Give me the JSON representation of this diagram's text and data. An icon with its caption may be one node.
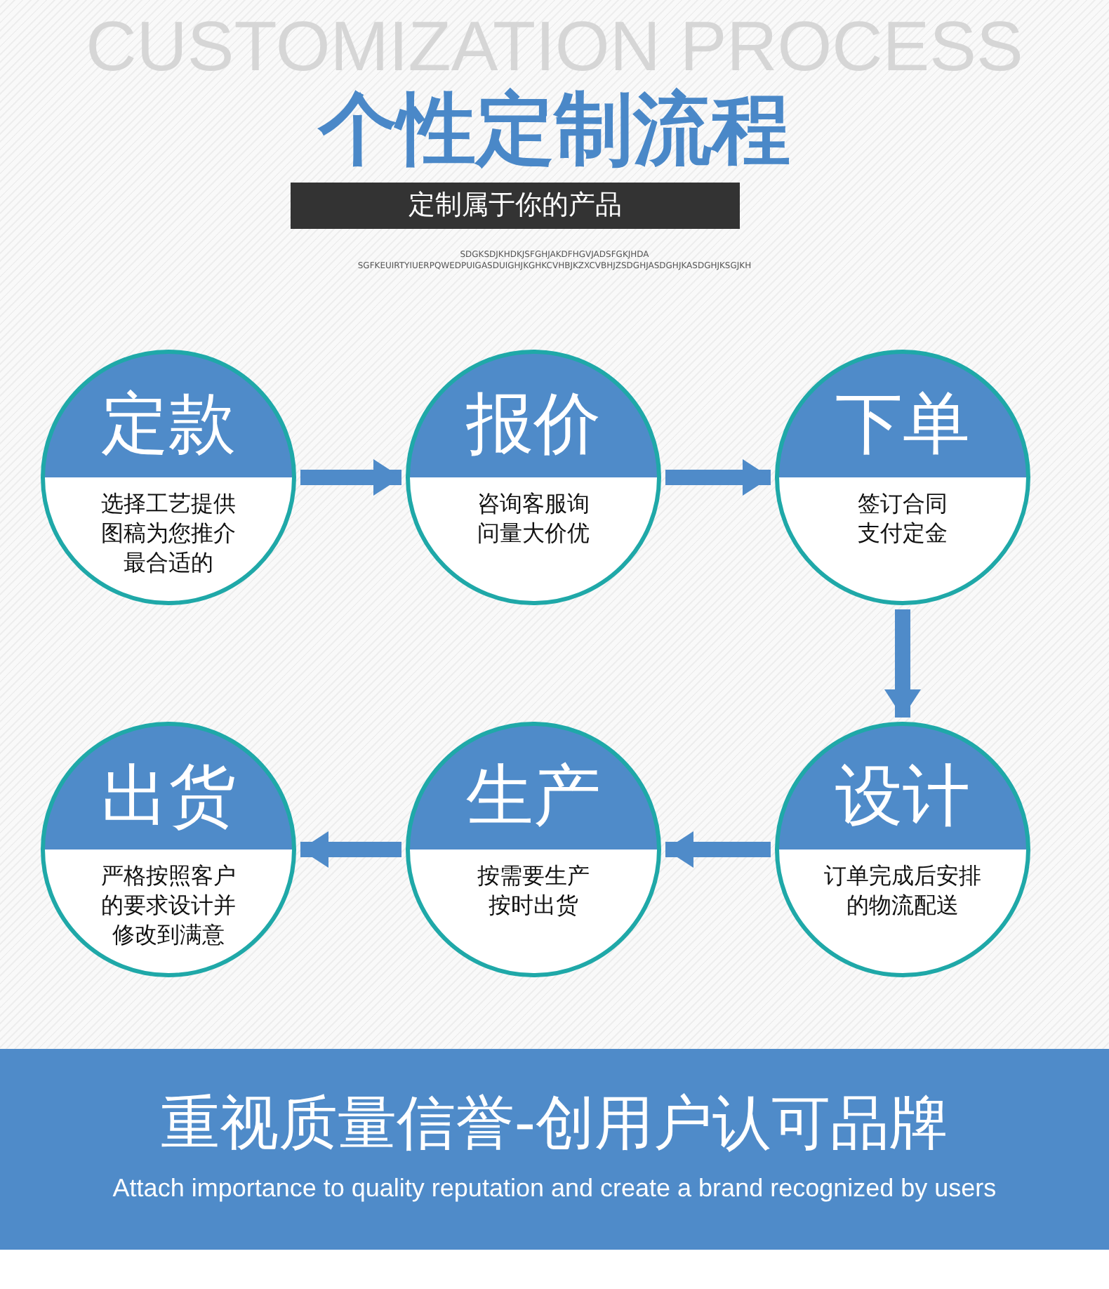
{
  "diagram": {
    "title": "个性定制流程",
    "nodes": [
      {
        "text": [
          "定款",
          "选择工艺提供图稿为您推介最合适的"
        ]
      },
      {
        "text": [
          "报价",
          "咨询客服询问量大价优"
        ]
      },
      {
        "text": [
          "下单",
          "签订合同支付定金"
        ]
      },
      {
        "text": [
          "出货",
          "严格按照客户的要求设计并修改到满意"
        ]
      },
      {
        "text": [
          "生产",
          "按需要生产按时出货"
        ]
      },
      {
        "text": [
          "设计",
          "订单完成后安排的物流配送"
        ]
      }
    ],
    "edges": [
      {
        "from": 0,
        "to": 1,
        "arrow": "to"
      },
      {
        "from": 1,
        "to": 2,
        "arrow": "to"
      },
      {
        "from": 2,
        "to": 5,
        "arrow": "to"
      },
      {
        "from": 5,
        "to": 4,
        "arrow": "to"
      },
      {
        "from": 4,
        "to": 3,
        "arrow": "to"
      }
    ],
    "labels": [
      "CUSTOMIZATION PROCESS",
      "定制属于你的产品",
      "SDGKSDJKHDKJSFGHJAKDFHGVJADSFGKJHDA",
      "SGFKEUIRTYIUERPQWEDPUIGASDUIGHJKGHKCVHBJKZXCVBHJZSDGHJASDGHJKASDGHJKSGJKH",
      "重视质量信誉-创用户认可品牌",
      "Attach importance to quality reputation and create a brand recognized by users"
    ]
  }
}
